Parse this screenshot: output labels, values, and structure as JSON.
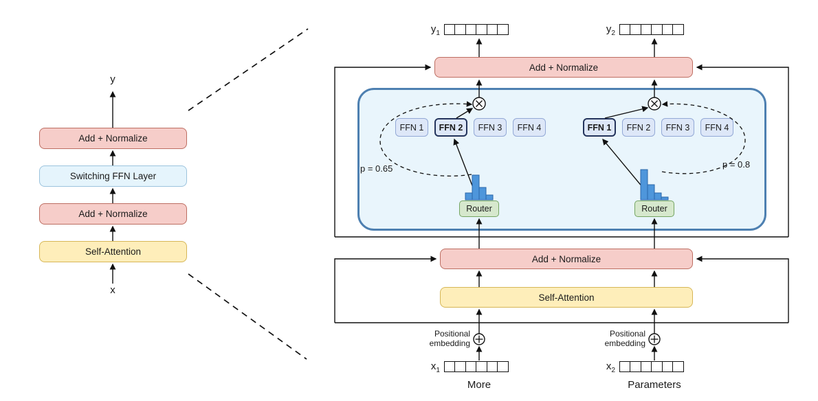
{
  "figure": {
    "overview": {
      "output_label": "y",
      "input_label": "x",
      "blocks": [
        {
          "label": "Add + Normalize"
        },
        {
          "label": "Switching FFN Layer"
        },
        {
          "label": "Add + Normalize"
        },
        {
          "label": "Self-Attention"
        }
      ]
    },
    "detail": {
      "outputs": [
        {
          "base": "y",
          "sub": "1"
        },
        {
          "base": "y",
          "sub": "2"
        }
      ],
      "inputs": [
        {
          "base": "x",
          "sub": "1"
        },
        {
          "base": "x",
          "sub": "2"
        }
      ],
      "token_cells": 6,
      "add_normalize_top": "Add + Normalize",
      "add_normalize_mid": "Add + Normalize",
      "self_attention": "Self-Attention",
      "experts_left": [
        "FFN 1",
        "FFN 2",
        "FFN 3",
        "FFN 4"
      ],
      "experts_right": [
        "FFN 1",
        "FFN 2",
        "FFN 3",
        "FFN 4"
      ],
      "selected_left": 1,
      "selected_right": 0,
      "routers": [
        {
          "label": "Router",
          "p_label": "p = 0.65",
          "distribution": [
            0.18,
            0.65,
            0.33,
            0.12
          ]
        },
        {
          "label": "Router",
          "p_label": "p = 0.8",
          "distribution": [
            0.8,
            0.4,
            0.18,
            0.08
          ]
        }
      ],
      "positional_embedding": [
        "Positional",
        "embedding"
      ],
      "captions": [
        "More",
        "Parameters"
      ]
    },
    "colors": {
      "add_normalize_fill": "#f6cdc9",
      "add_normalize_stroke": "#bd6e62",
      "attention_fill": "#feeeba",
      "attention_stroke": "#d6b656",
      "switch_fill": "#e5f4fc",
      "switch_stroke": "#9cc3dd",
      "container_fill": "#e9f5fc",
      "container_stroke": "#4e80b1",
      "expert_fill": "#dde7f8",
      "expert_stroke": "#93a9d6",
      "router_fill": "#d6e8cd",
      "router_stroke": "#74a562",
      "histogram_fill": "#4e96db"
    }
  }
}
